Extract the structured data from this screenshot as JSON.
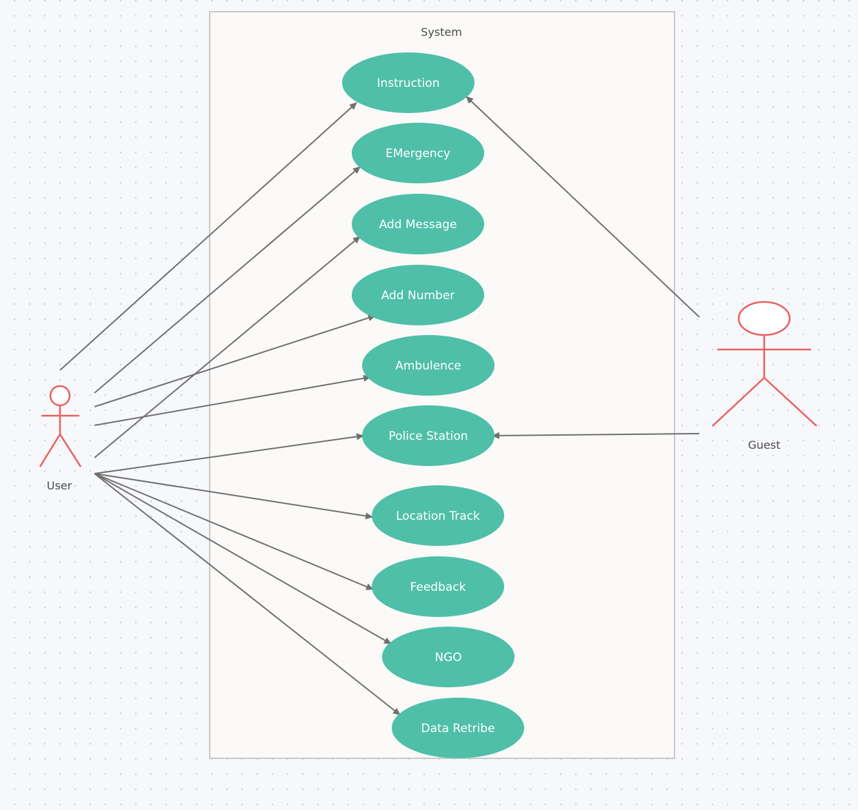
{
  "system": {
    "label": "System"
  },
  "actors": {
    "user": {
      "label": "User"
    },
    "guest": {
      "label": "Guest"
    }
  },
  "use_cases": [
    {
      "id": "instruction",
      "label": "Instruction"
    },
    {
      "id": "emergency",
      "label": "EMergency"
    },
    {
      "id": "add-message",
      "label": "Add Message"
    },
    {
      "id": "add-number",
      "label": "Add Number"
    },
    {
      "id": "ambulence",
      "label": "Ambulence"
    },
    {
      "id": "police-station",
      "label": "Police Station"
    },
    {
      "id": "location-track",
      "label": "Location Track"
    },
    {
      "id": "feedback",
      "label": "Feedback"
    },
    {
      "id": "ngo",
      "label": "NGO"
    },
    {
      "id": "data-retribe",
      "label": "Data Retribe"
    }
  ],
  "associations": [
    {
      "from": "user",
      "to": "instruction"
    },
    {
      "from": "user",
      "to": "emergency"
    },
    {
      "from": "user",
      "to": "add-message"
    },
    {
      "from": "user",
      "to": "add-number"
    },
    {
      "from": "user",
      "to": "ambulence"
    },
    {
      "from": "user",
      "to": "police-station"
    },
    {
      "from": "user",
      "to": "location-track"
    },
    {
      "from": "user",
      "to": "feedback"
    },
    {
      "from": "user",
      "to": "ngo"
    },
    {
      "from": "user",
      "to": "data-retribe"
    },
    {
      "from": "guest",
      "to": "instruction"
    },
    {
      "from": "guest",
      "to": "police-station"
    }
  ],
  "colors": {
    "use_case_fill": "#4fbfa8",
    "actor_stroke": "#e8625f",
    "association_line": "#707070",
    "system_border": "#c9c9c9",
    "system_fill": "#fbfaf8"
  }
}
